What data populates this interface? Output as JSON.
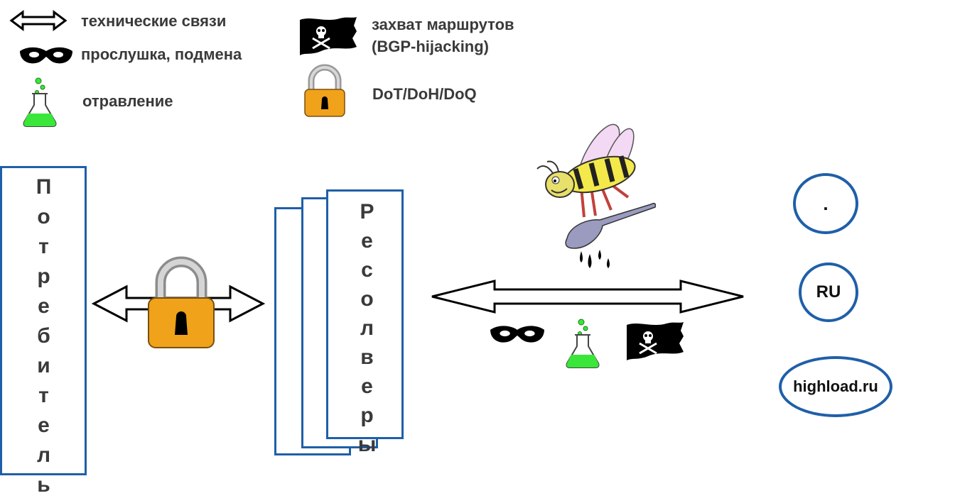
{
  "legend": {
    "tech_links": "технические связи",
    "eavesdrop": "прослушка, подмена",
    "poisoning": "отравление",
    "bgp_line1": "захват маршрутов",
    "bgp_line2": "(BGP-hijacking)",
    "encryption": "DoT/DoH/DoQ"
  },
  "consumer_label": "Потребитель",
  "resolvers_label": "Ресолверы",
  "dns_nodes": {
    "root": ".",
    "tld": "RU",
    "domain": "highload.ru"
  },
  "colors": {
    "box_border": "#1f5fa8",
    "lock_body": "#f0a21a",
    "flask_liquid": "#39e639",
    "text": "#3a3a3a"
  }
}
